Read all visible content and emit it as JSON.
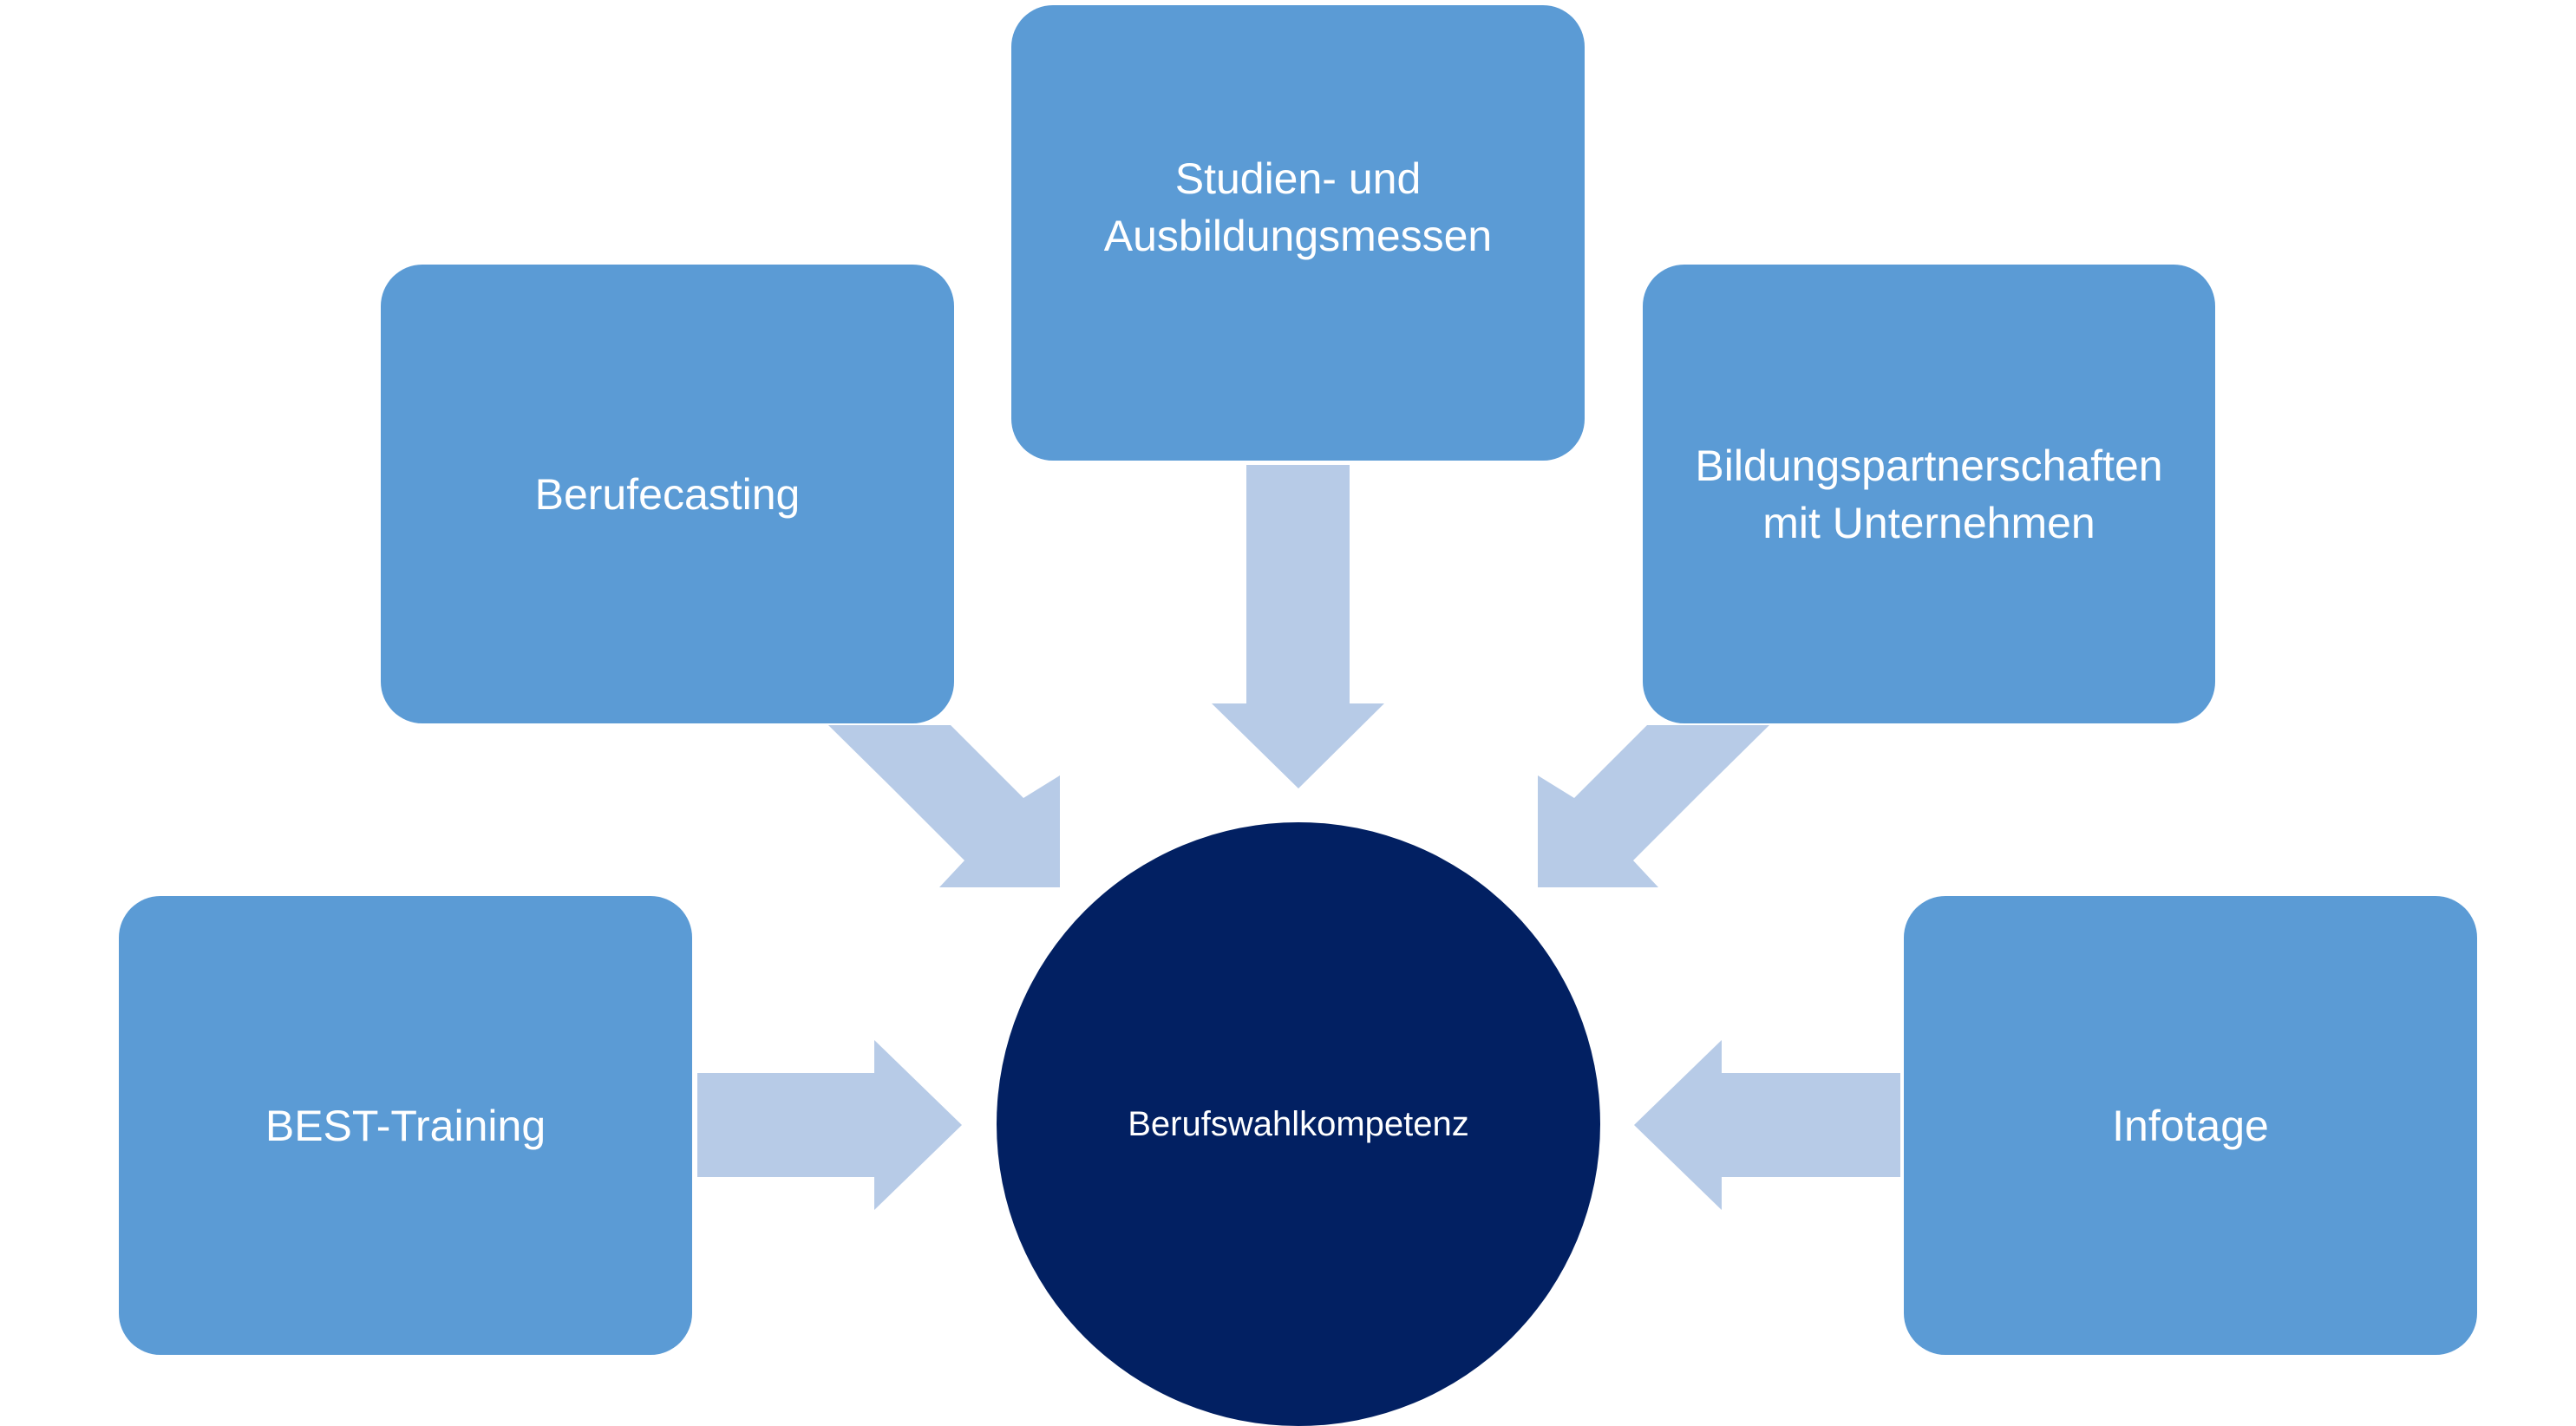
{
  "diagram": {
    "center": {
      "label": "Berufswahlkompetenz"
    },
    "nodes": [
      {
        "id": "top",
        "label": "Studien- und\nAusbildungsmessen"
      },
      {
        "id": "upper-left",
        "label": "Berufecasting"
      },
      {
        "id": "upper-right",
        "label": "Bildungspartnerschaften\nmit Unternehmen"
      },
      {
        "id": "lower-left",
        "label": "BEST-Training"
      },
      {
        "id": "lower-right",
        "label": "Infotage"
      }
    ],
    "colors": {
      "node": "#5b9bd5",
      "center": "#022062",
      "arrow": "#b7cbe7",
      "text": "#ffffff"
    }
  }
}
